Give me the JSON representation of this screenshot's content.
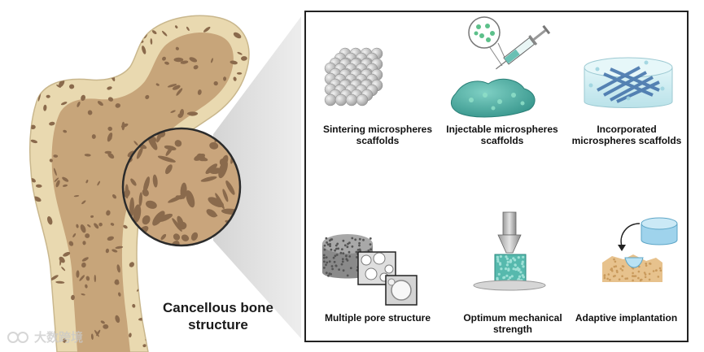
{
  "bone": {
    "title_line1": "Cancellous bone",
    "title_line2": "structure"
  },
  "items": [
    {
      "line1": "Sintering microspheres",
      "line2": "scaffolds"
    },
    {
      "line1": "Injectable microspheres",
      "line2": "scaffolds"
    },
    {
      "line1": "Incorporated",
      "line2": "microspheres scaffolds"
    },
    {
      "line1": "Multiple pore structure",
      "line2": ""
    },
    {
      "line1": "Optimum mechanical",
      "line2": "strength"
    },
    {
      "line1": "Adaptive implantation",
      "line2": ""
    }
  ],
  "watermark": {
    "text": "大数跨境"
  },
  "colors": {
    "bone_fill": "#c8a77d",
    "bone_cortex": "#e9d9b0",
    "pore": "#8a6a4c",
    "teal": "#3fa39a",
    "microsphere": "#bdbdbd",
    "panel_border": "#222222"
  }
}
